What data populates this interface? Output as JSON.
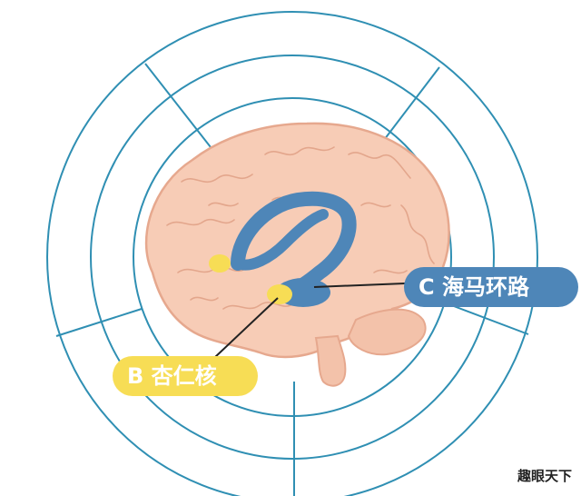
{
  "labels": {
    "amygdala": "B 杏仁核",
    "hippocampal_circuit": "C 海马环路"
  },
  "watermark": "趣眼天下",
  "colors": {
    "ring_lines": "#2f8fb3",
    "brain_fill": "#f7ccb6",
    "brain_outline": "#e6a88e",
    "amygdala_yellow": "#f7dd55",
    "hippocampus_blue": "#4e86b8",
    "pointer_line": "#222222"
  }
}
